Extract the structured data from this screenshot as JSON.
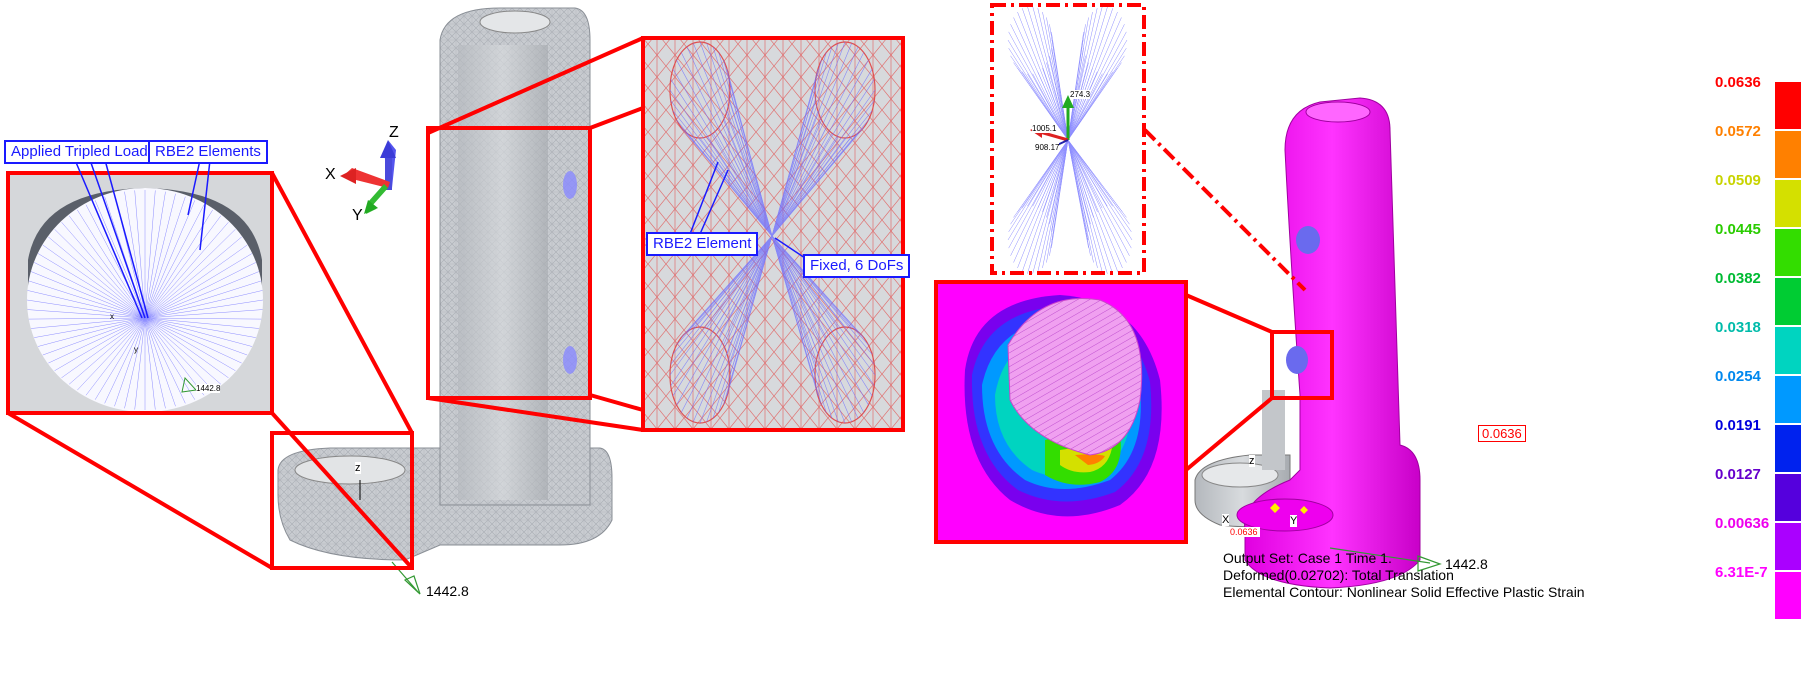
{
  "annotations": {
    "applied_load": "Applied Tripled Load",
    "rbe2_elements": "RBE2 Elements",
    "rbe2_element": "RBE2 Element",
    "fixed_dofs": "Fixed, 6 DoFs"
  },
  "axes": {
    "x": "X",
    "y": "Y",
    "z": "Z"
  },
  "load_value": "1442.8",
  "small_labels": {
    "x": "x",
    "y": "y",
    "z": "z",
    "zoom_x": "X",
    "zoom_y": "Y"
  },
  "force_labels": {
    "f1": "274.3",
    "f2": "1005.1",
    "f3": "908.17"
  },
  "peak_value": "0.0636",
  "legend": {
    "values": [
      "0.0636",
      "0.0572",
      "0.0509",
      "0.0445",
      "0.0382",
      "0.0318",
      "0.0254",
      "0.0191",
      "0.0127",
      "0.00636",
      "6.31E-7"
    ],
    "colors": [
      "#ff0000",
      "#ff8000",
      "#d4e000",
      "#33dd00",
      "#00cc33",
      "#00d4c0",
      "#0099ff",
      "#0022ee",
      "#5500dd",
      "#aa00ff",
      "#ff00ff"
    ],
    "text_colors": [
      "#ff0000",
      "#ff8000",
      "#c8d400",
      "#2acc00",
      "#00bb33",
      "#00bbaa",
      "#0088ee",
      "#0000dd",
      "#6600cc",
      "#ee00ee",
      "#ff00ff"
    ]
  },
  "footer": {
    "line1": "Output Set: Case 1 Time 1.",
    "line2": "Deformed(0.02702): Total Translation",
    "line3": "Elemental Contour: Nonlinear Solid Effective Plastic Strain"
  }
}
